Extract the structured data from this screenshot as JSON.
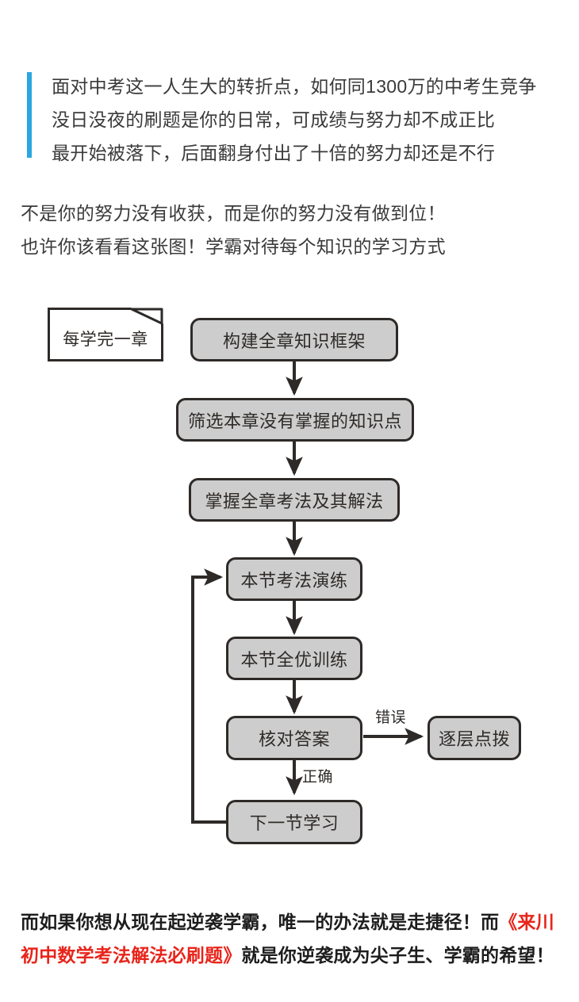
{
  "colors": {
    "accent_bar": "#2ba6e0",
    "node_fill": "#cdcdcd",
    "node_border": "#2e2a28",
    "highlight_red": "#e8241a",
    "background": "#ffffff",
    "body_text": "#3a3a3a"
  },
  "intro_quote": {
    "lines": [
      "面对中考这一人生大的转折点，如何同1300万的中考生竞争",
      "没日没夜的刷题是你的日常，可成绩与努力却不成正比",
      "最开始被落下，后面翻身付出了十倍的努力却还是不行"
    ]
  },
  "intro_paragraph": {
    "lines": [
      "不是你的努力没有收获，而是你的努力没有做到位！",
      "也许你该看看这张图！学霸对待每个知识的学习方式"
    ]
  },
  "flowchart": {
    "note": {
      "label": "每学完一章"
    },
    "nodes": [
      {
        "id": "build-framework",
        "label": "构建全章知识框架"
      },
      {
        "id": "filter-unmastered",
        "label": "筛选本章没有掌握的知识点"
      },
      {
        "id": "master-methods",
        "label": "掌握全章考法及其解法"
      },
      {
        "id": "section-drill",
        "label": "本节考法演练"
      },
      {
        "id": "section-training",
        "label": "本节全优训练"
      },
      {
        "id": "check-answers",
        "label": "核对答案"
      },
      {
        "id": "layered-guidance",
        "label": "逐层点拨"
      },
      {
        "id": "next-section",
        "label": "下一节学习"
      }
    ],
    "edge_labels": {
      "wrong": "错误",
      "correct": "正确"
    }
  },
  "cta": {
    "line1_prefix": "而如果你想从现在起逆袭学霸，唯一的办法就是走捷径！而",
    "line1_highlight": "《来川",
    "line2_highlight": "初中数学考法解法必刷题》",
    "line2_suffix": "就是你逆袭成为尖子生、学霸的希望！"
  }
}
